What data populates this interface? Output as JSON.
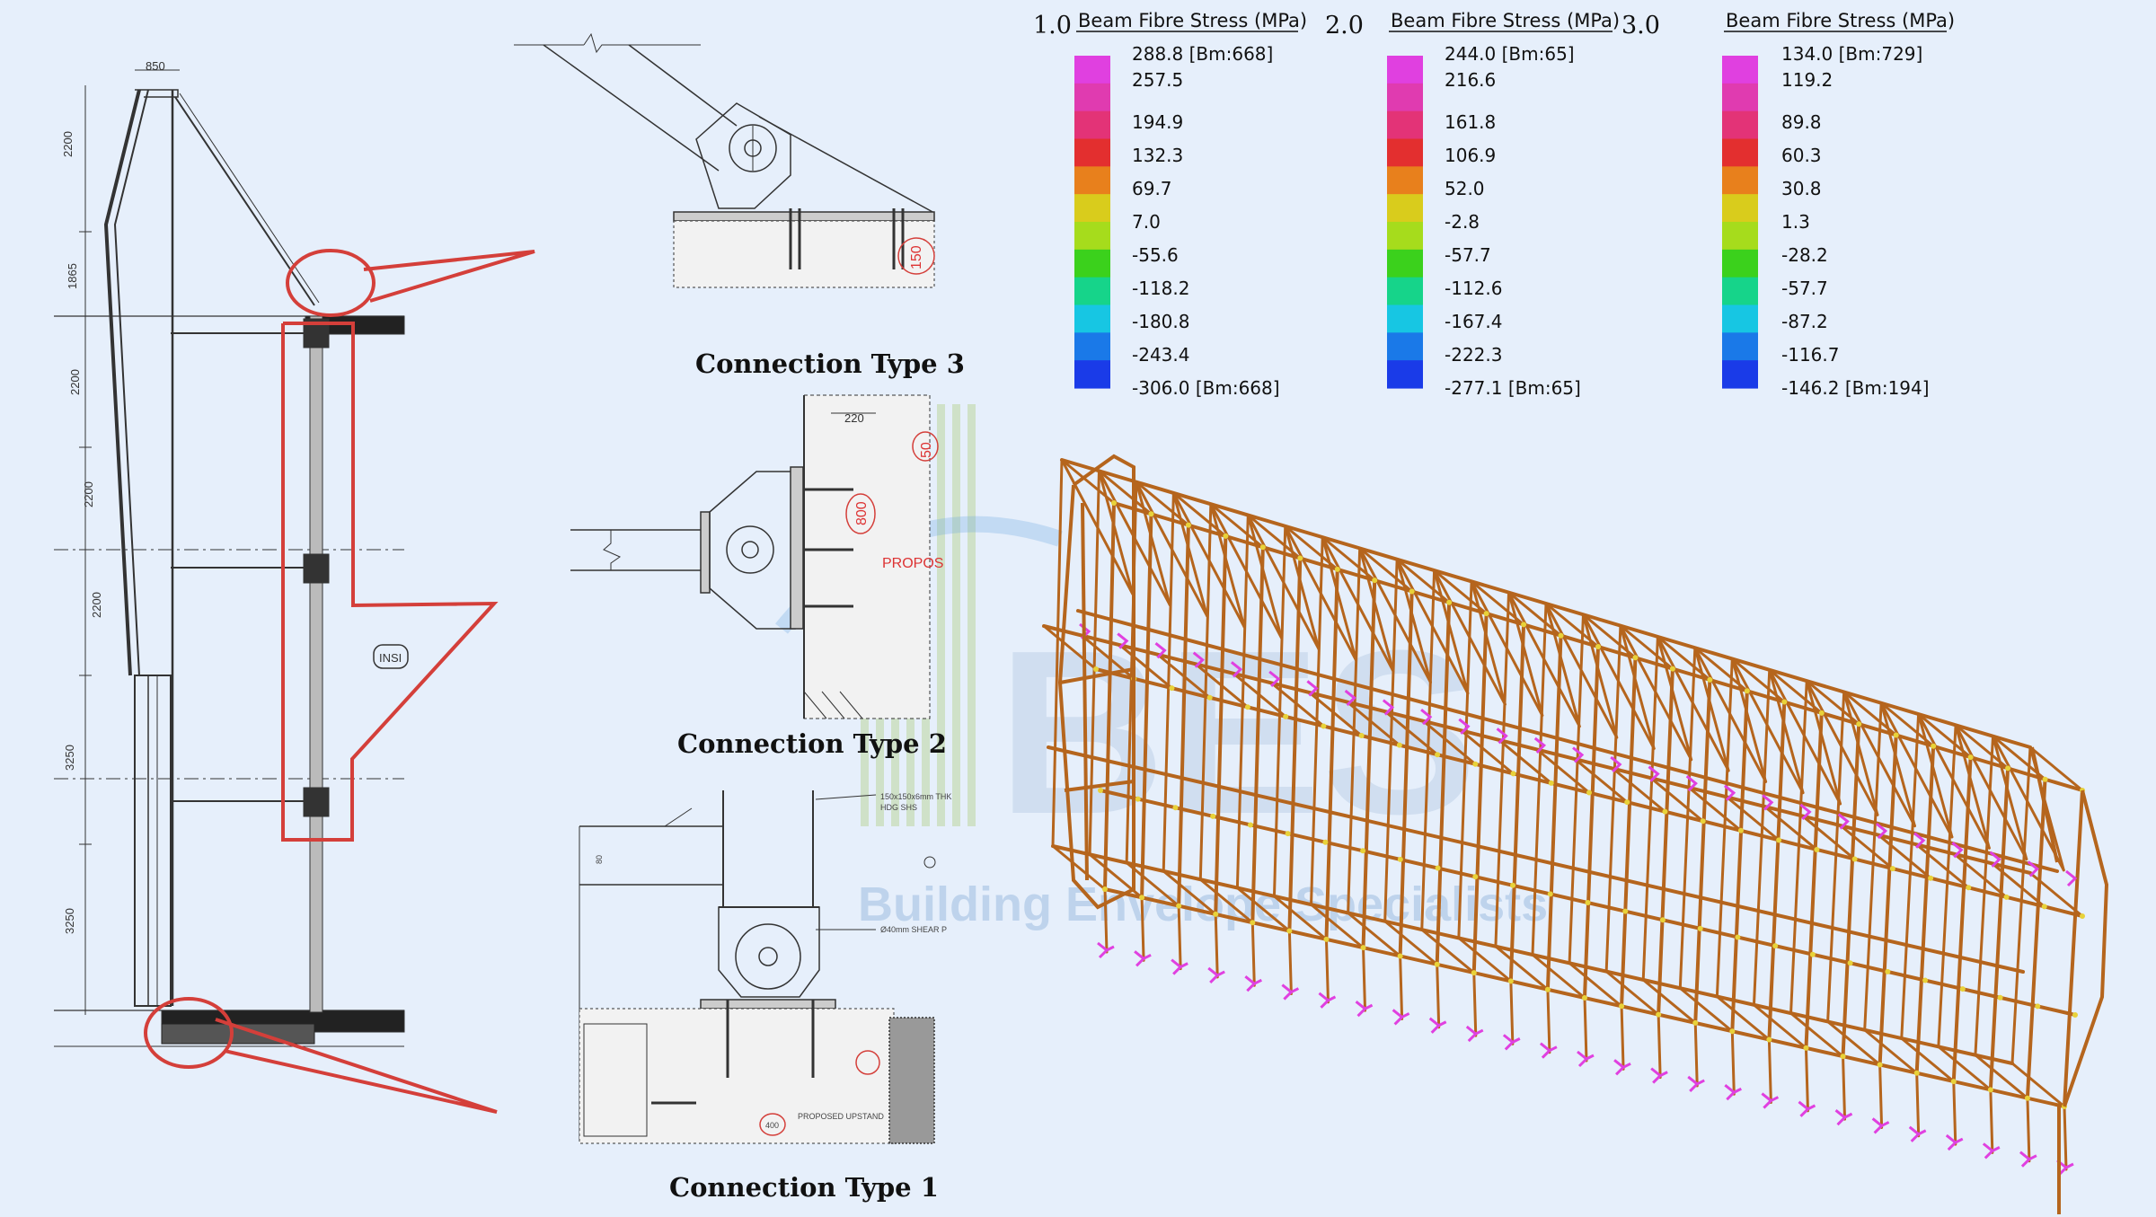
{
  "captions": {
    "type3": "Connection Type 3",
    "type2": "Connection Type 2",
    "type1": "Connection Type 1"
  },
  "elevation": {
    "top_dim": "850",
    "dims": [
      "2200",
      "1865",
      "2200",
      "2200",
      "2200",
      "3250",
      "3250"
    ],
    "tag": "INSI"
  },
  "detail2": {
    "dim": "220",
    "cloud1": "800",
    "cloud2": "50",
    "note": "PROPOS"
  },
  "detail3": {
    "cloud": "150"
  },
  "detail1": {
    "note1": "150x150x6mm THK",
    "note2": "HDG SHS",
    "note3": "Ø40mm SHEAR P",
    "upstand": "PROPOSED UPSTAND",
    "cloud": "400",
    "dim": "80"
  },
  "watermark": {
    "letters": "BES",
    "text": "Building Envelope Specialists"
  },
  "legends": [
    {
      "id": "1.0",
      "title": "Beam Fibre Stress  (MPa)",
      "values": [
        "288.8 [Bm:668]",
        "257.5",
        "194.9",
        "132.3",
        "69.7",
        "7.0",
        "-55.6",
        "-118.2",
        "-180.8",
        "-243.4",
        "-306.0 [Bm:668]"
      ]
    },
    {
      "id": "2.0",
      "title": "Beam Fibre Stress  (MPa)",
      "values": [
        "244.0 [Bm:65]",
        "216.6",
        "161.8",
        "106.9",
        "52.0",
        "-2.8",
        "-57.7",
        "-112.6",
        "-167.4",
        "-222.3",
        "-277.1 [Bm:65]"
      ]
    },
    {
      "id": "3.0",
      "title": "Beam Fibre Stress  (MPa)",
      "values": [
        "134.0 [Bm:729]",
        "119.2",
        "89.8",
        "60.3",
        "30.8",
        "1.3",
        "-28.2",
        "-57.7",
        "-87.2",
        "-116.7",
        "-146.2 [Bm:194]"
      ]
    }
  ],
  "colors": {
    "frame": "#b5651d",
    "highlight": "#d43f3a",
    "support": "#e040e0",
    "scale": [
      "#e040e0",
      "#e03bb0",
      "#e33377",
      "#e32f2f",
      "#e8801c",
      "#d9cc1c",
      "#a6dc1c",
      "#3bd11c",
      "#16d48a",
      "#17c6e3",
      "#1a79e8",
      "#1a3be8"
    ]
  }
}
